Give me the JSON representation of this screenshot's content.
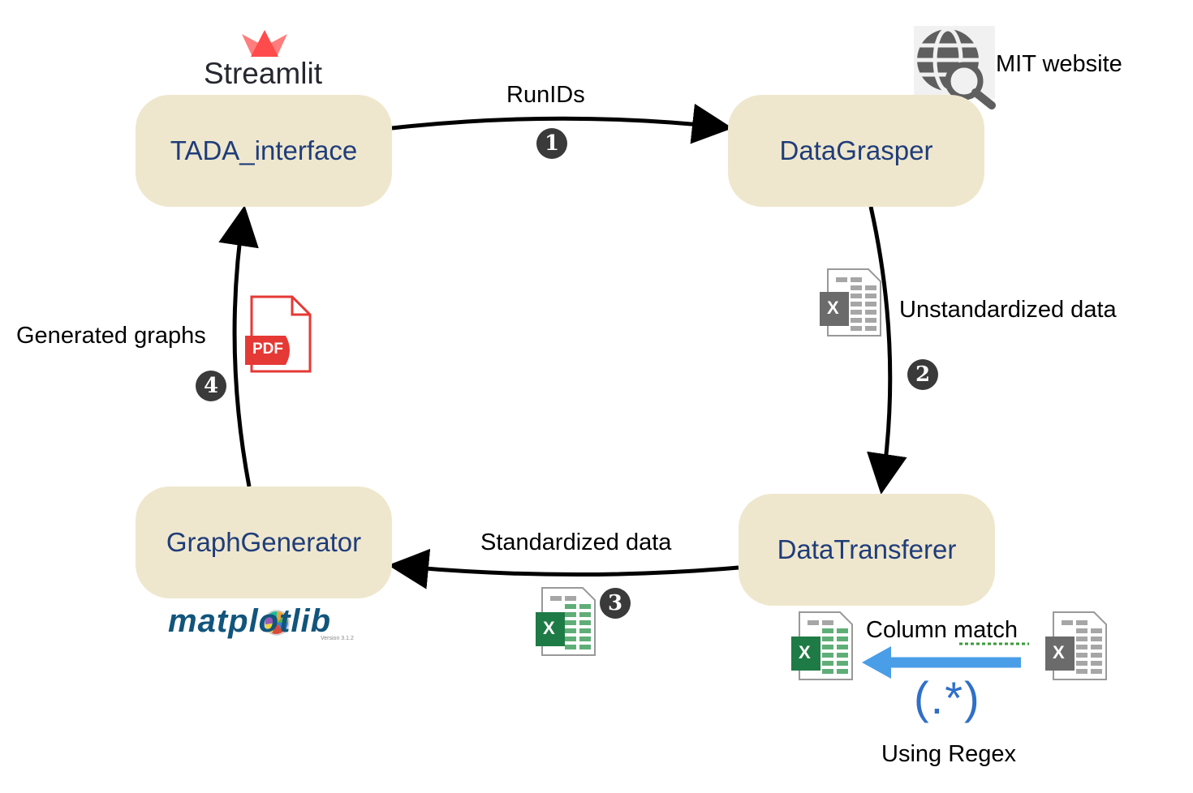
{
  "nodes": {
    "tada_interface": "TADA_interface",
    "data_grasper": "DataGrasper",
    "data_transferer": "DataTransferer",
    "graph_generator": "GraphGenerator"
  },
  "edges": {
    "runids": "RunIDs",
    "unstandardized": "Unstandardized data",
    "standardized": "Standardized data",
    "generated_graphs": "Generated graphs"
  },
  "steps": [
    "1",
    "2",
    "3",
    "4"
  ],
  "annotations": {
    "streamlit": "Streamlit",
    "mit_website": "MIT website",
    "column_match": "Column match",
    "using_regex": "Using Regex",
    "regex_symbol": "(.*)",
    "matplotlib": "matplotlib",
    "matplotlib_version": "Version 3.1.2",
    "pdf": "PDF",
    "excel_x": "X"
  },
  "colors": {
    "node_fill": "#efe7cd",
    "node_text": "#1f3d7a",
    "arrow": "#000000",
    "column_match_arrow": "#4a9ee8",
    "regex": "#2f6fc9",
    "pdf_red": "#e53935",
    "excel_green": "#1e7b45",
    "streamlit_red": "#ff4b4b"
  }
}
